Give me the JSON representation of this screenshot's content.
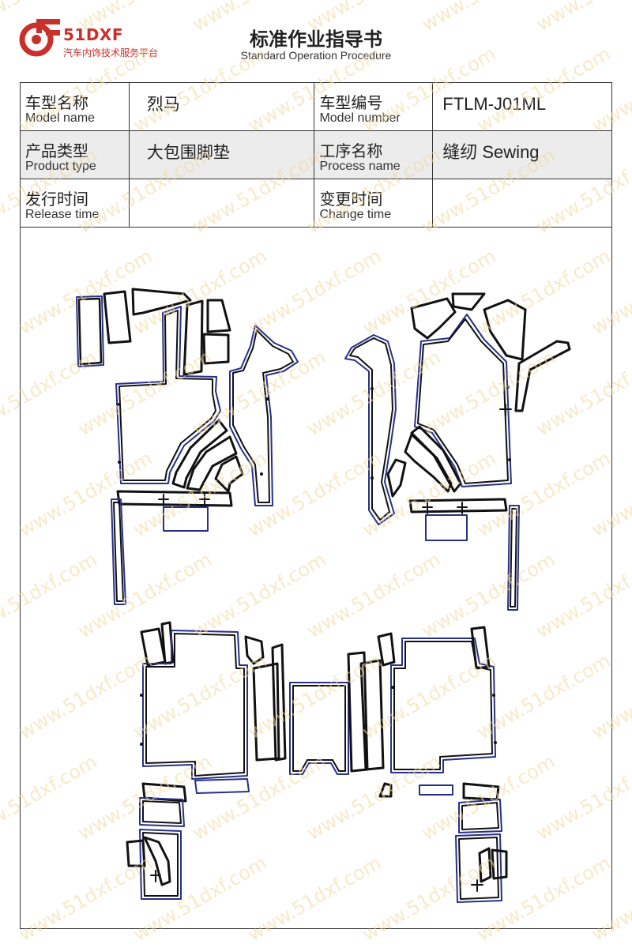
{
  "brand": {
    "name": "51DXF",
    "subtitle": "汽车内饰技术服务平台",
    "logo_icon": "51dxf-logo-icon",
    "color": "#c9302c"
  },
  "document": {
    "title": "标准作业指导书",
    "subtitle": "Standard Operation Procedure"
  },
  "info_table": {
    "model_name": {
      "label_cn": "车型名称",
      "label_en": "Model name",
      "value": "烈马"
    },
    "model_number": {
      "label_cn": "车型编号",
      "label_en": "Model number",
      "value": "FTLM-J01ML"
    },
    "product_type": {
      "label_cn": "产品类型",
      "label_en": "Product type",
      "value": "大包围脚垫"
    },
    "process_name": {
      "label_cn": "工序名称",
      "label_en": "Process name",
      "value": "缝纫 Sewing"
    },
    "release_time": {
      "label_cn": "发行时间",
      "label_en": "Release time",
      "value": ""
    },
    "change_time": {
      "label_cn": "变更时间",
      "label_en": "Change time",
      "value": ""
    }
  },
  "colors": {
    "outline_black": "#111111",
    "outline_blue": "#27308a",
    "shaded_row": "#ececec",
    "watermark": "#f2d79a"
  },
  "watermark_text": "www.51dxf.com"
}
